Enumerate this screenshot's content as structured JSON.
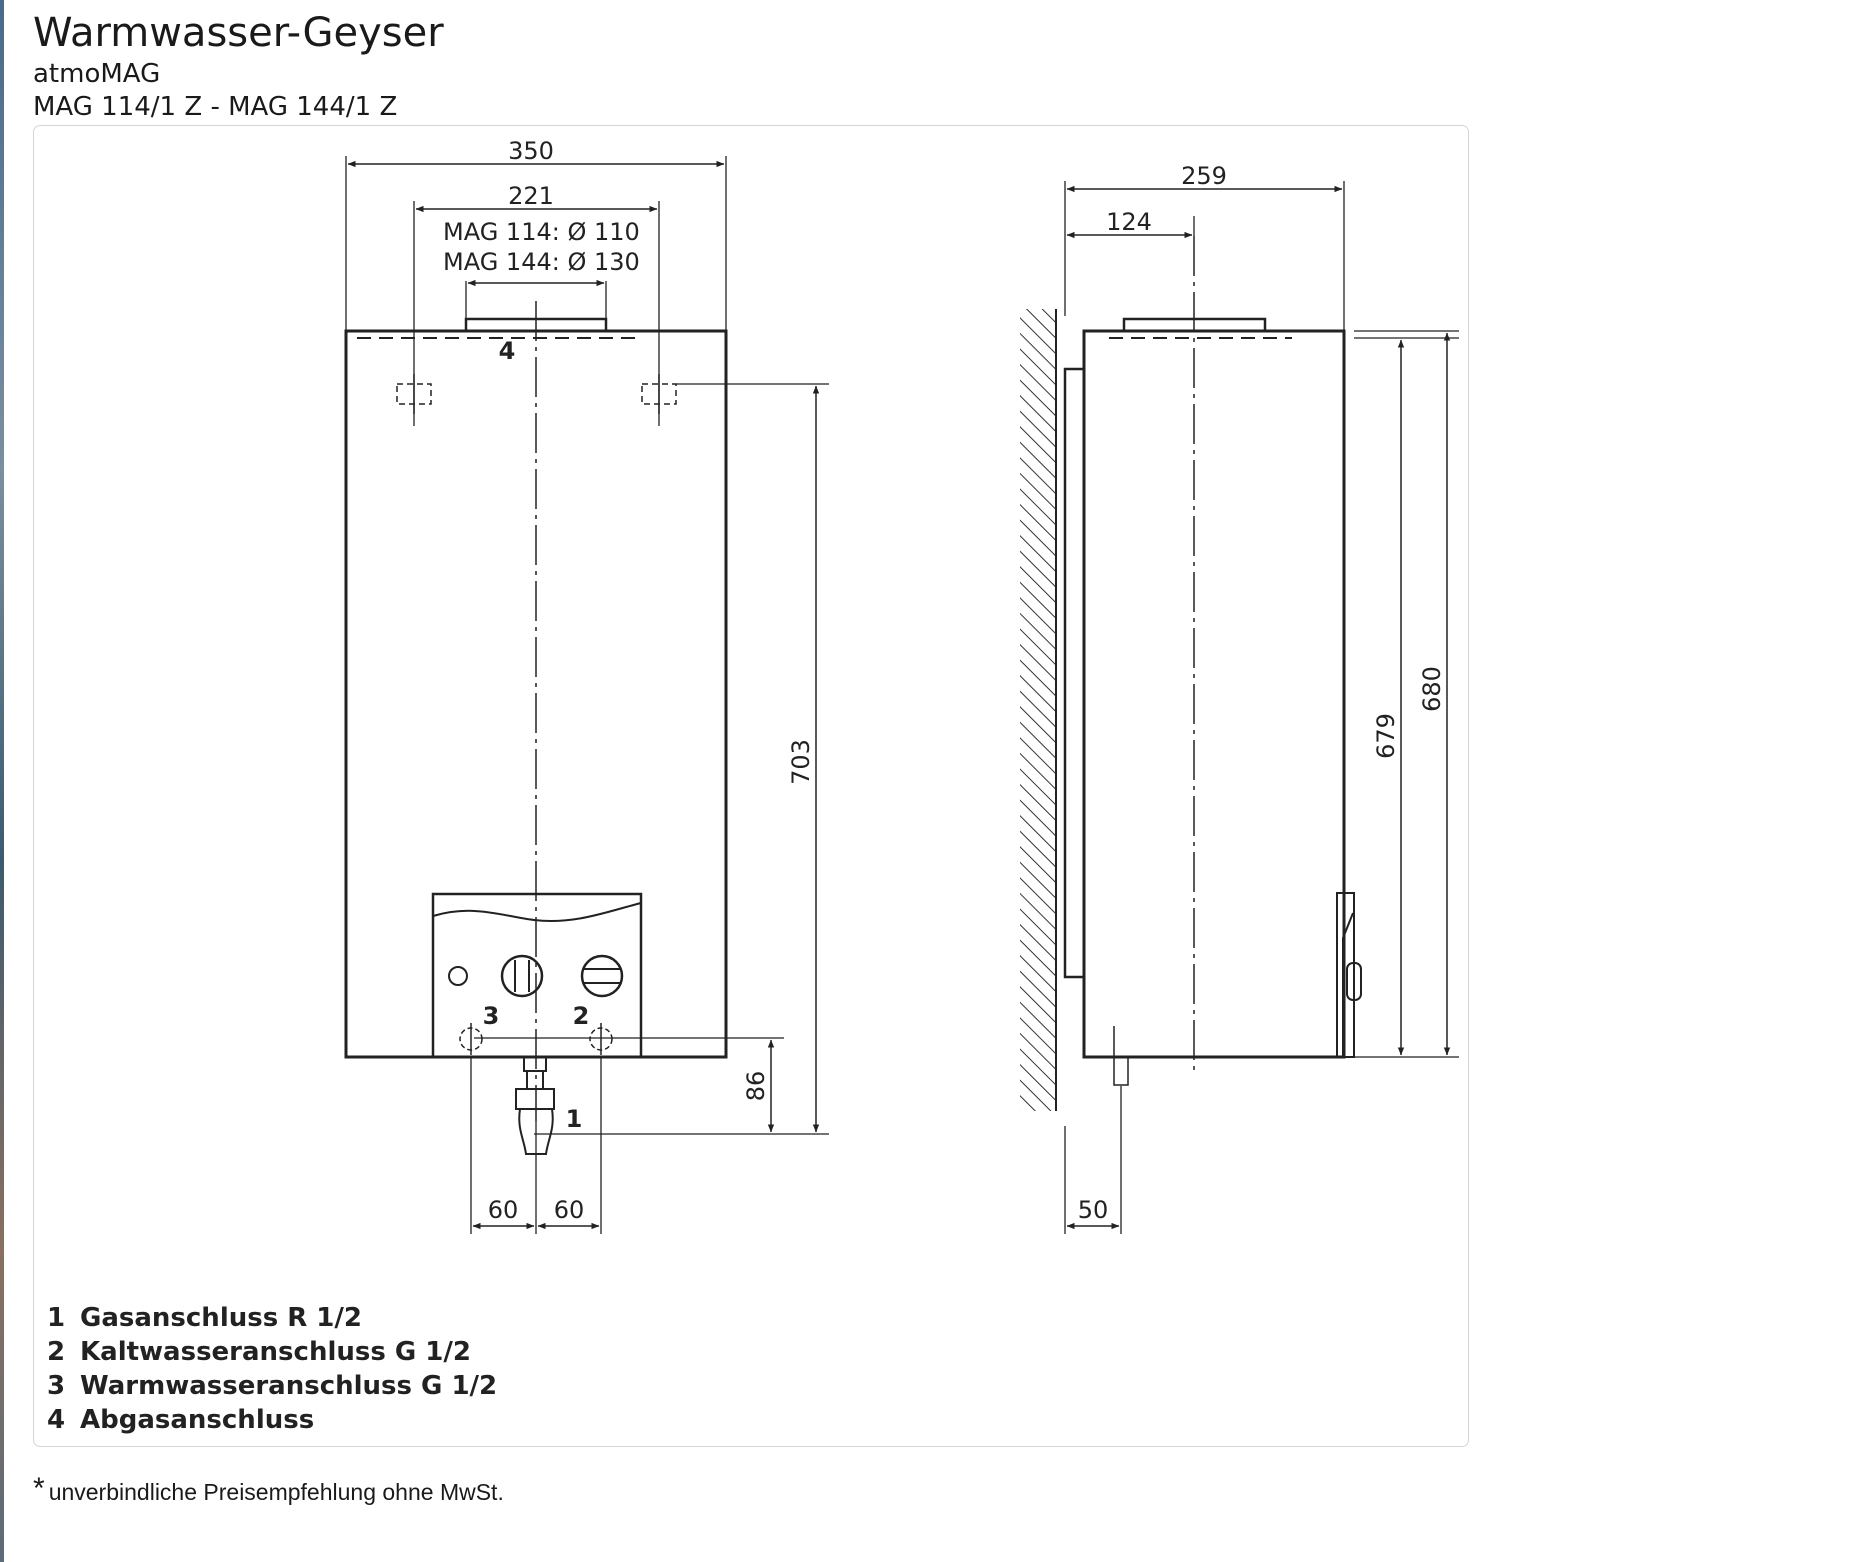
{
  "header": {
    "title": "Warmwasser-Geyser",
    "brand": "atmoMAG",
    "models": "MAG 114/1 Z - MAG 144/1 Z"
  },
  "drawing": {
    "front": {
      "width": "350",
      "bracket_spacing": "221",
      "flue_mag114": "MAG 114: Ø 110",
      "flue_mag144": "MAG 144: Ø 130",
      "height_total": "703",
      "height_gas": "86",
      "offset_left": "60",
      "offset_right": "60",
      "marker_1": "1",
      "marker_2": "2",
      "marker_3": "3",
      "marker_4": "4"
    },
    "side": {
      "depth": "259",
      "flue_offset": "124",
      "height_679": "679",
      "height_680": "680",
      "pipe_offset": "50"
    }
  },
  "legend": [
    {
      "num": "1",
      "text": "Gasanschluss R 1/2"
    },
    {
      "num": "2",
      "text": "Kaltwasseranschluss G 1/2"
    },
    {
      "num": "3",
      "text": "Warmwasseranschluss G 1/2"
    },
    {
      "num": "4",
      "text": "Abgasanschluss"
    }
  ],
  "footnote": {
    "star": "*",
    "text": "unverbindliche Preisempfehlung ohne MwSt."
  }
}
